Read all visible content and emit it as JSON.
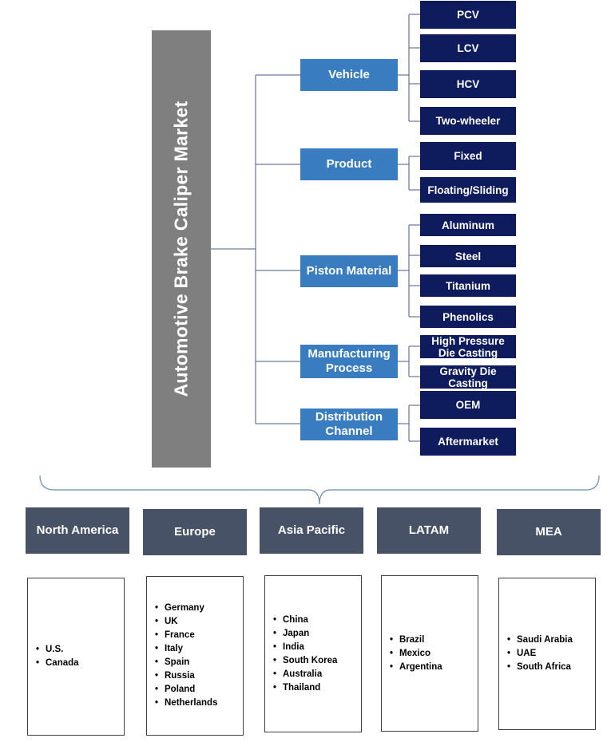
{
  "title": "Automotive Brake Caliper Market",
  "segments": [
    {
      "label": "Vehicle",
      "items": [
        "PCV",
        "LCV",
        "HCV",
        "Two-wheeler"
      ]
    },
    {
      "label": "Product",
      "items": [
        "Fixed",
        "Floating/Sliding"
      ]
    },
    {
      "label": "Piston Material",
      "items": [
        "Aluminum",
        "Steel",
        "Titanium",
        "Phenolics"
      ]
    },
    {
      "label": "Manufacturing Process",
      "items": [
        "High Pressure Die Casting",
        "Gravity Die Casting"
      ]
    },
    {
      "label": "Distribution Channel",
      "items": [
        "OEM",
        "Aftermarket"
      ]
    }
  ],
  "regions": [
    {
      "label": "North America",
      "countries": [
        "U.S.",
        "Canada"
      ]
    },
    {
      "label": "Europe",
      "countries": [
        "Germany",
        "UK",
        "France",
        "Italy",
        "Spain",
        "Russia",
        "Poland",
        "Netherlands"
      ]
    },
    {
      "label": "Asia Pacific",
      "countries": [
        "China",
        "Japan",
        "India",
        "South Korea",
        "Australia",
        "Thailand"
      ]
    },
    {
      "label": "LATAM",
      "countries": [
        "Brazil",
        "Mexico",
        "Argentina"
      ]
    },
    {
      "label": "MEA",
      "countries": [
        "Saudi Arabia",
        "UAE",
        "South Africa"
      ]
    }
  ],
  "colors": {
    "title_box": "#7f7f7f",
    "segment_box": "#3a7cc0",
    "item_box": "#0e1b5c",
    "region_box": "#475266",
    "connector": "#4a5a8a"
  }
}
